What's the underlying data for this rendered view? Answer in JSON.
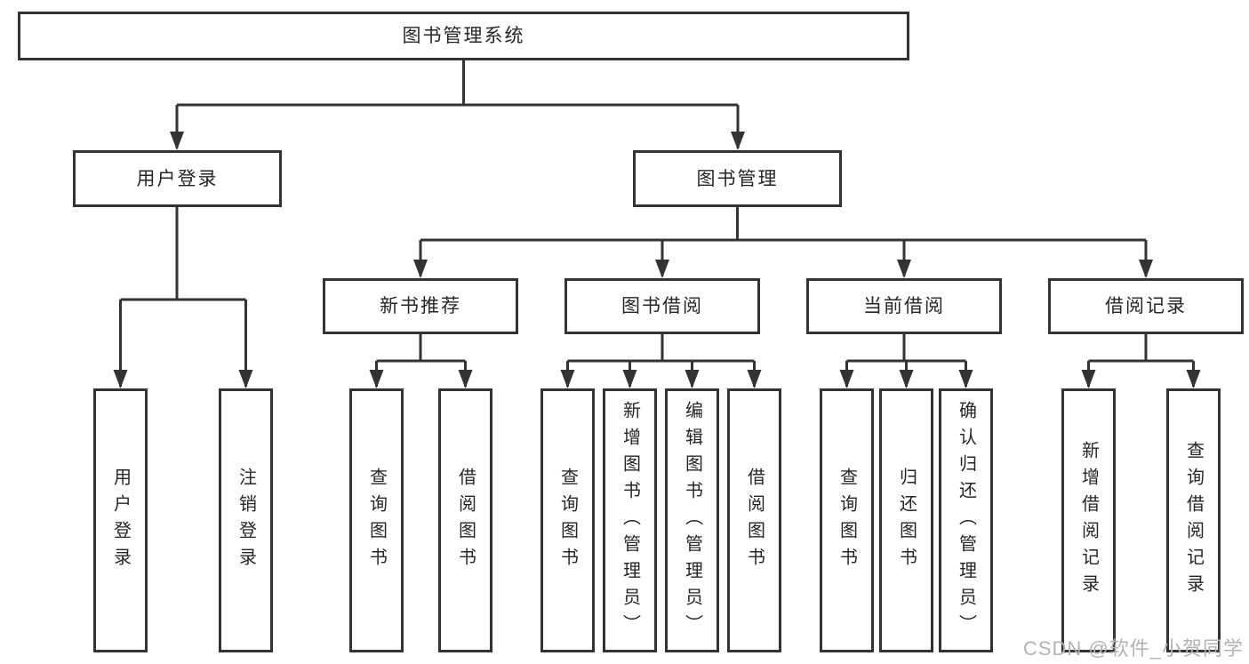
{
  "diagram": {
    "watermark": "CSDN @软件_小贺同学",
    "colors": {
      "line": "#333333",
      "box_border": "#333333",
      "text": "#262626",
      "watermark": "#b3b3b3",
      "background": "#ffffff"
    },
    "tree": {
      "label": "图书管理系统",
      "children": [
        {
          "label": "用户登录",
          "children": [
            {
              "label": "用户登录"
            },
            {
              "label": "注销登录"
            }
          ]
        },
        {
          "label": "图书管理",
          "children": [
            {
              "label": "新书推荐",
              "children": [
                {
                  "label": "查询图书"
                },
                {
                  "label": "借阅图书"
                }
              ]
            },
            {
              "label": "图书借阅",
              "children": [
                {
                  "label": "查询图书"
                },
                {
                  "label": "新增图书（管理员）"
                },
                {
                  "label": "编辑图书（管理员）"
                },
                {
                  "label": "借阅图书"
                }
              ]
            },
            {
              "label": "当前借阅",
              "children": [
                {
                  "label": "查询图书"
                },
                {
                  "label": "归还图书"
                },
                {
                  "label": "确认归还（管理员）"
                }
              ]
            },
            {
              "label": "借阅记录",
              "children": [
                {
                  "label": "新增借阅记录"
                },
                {
                  "label": "查询借阅记录"
                }
              ]
            }
          ]
        }
      ]
    }
  }
}
